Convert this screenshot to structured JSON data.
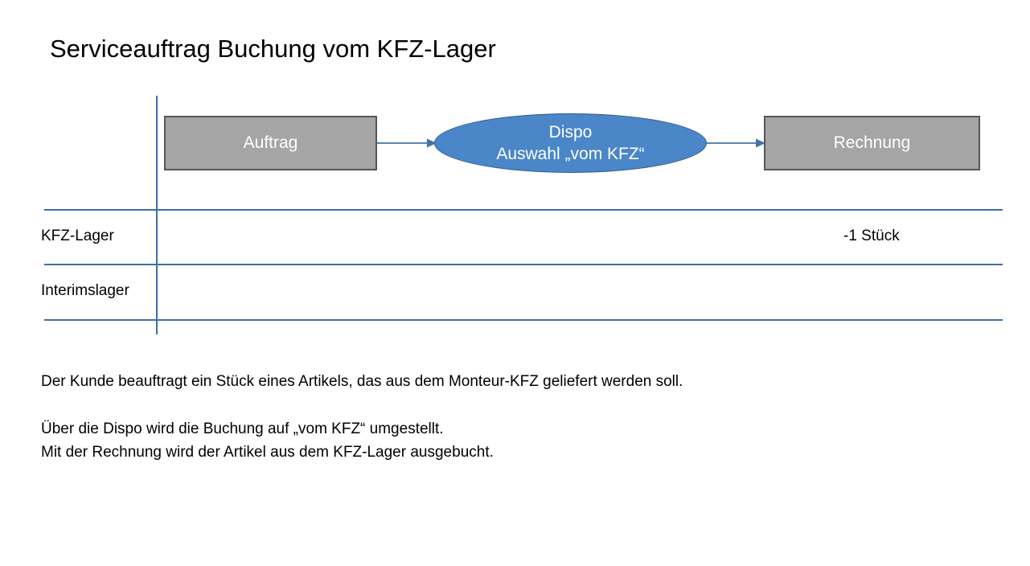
{
  "slide": {
    "title": "Serviceauftrag Buchung vom KFZ-Lager",
    "background_color": "#FFFFFF"
  },
  "colors": {
    "box_fill": "#A5A5A5",
    "box_border": "#555555",
    "box_text": "#FFFFFF",
    "ellipse_fill": "#4A86C8",
    "ellipse_border": "#2E5C8A",
    "ellipse_text": "#FFFFFF",
    "lane_line": "#3B6FA8",
    "connector": "#4472A8",
    "text": "#000000"
  },
  "flow": {
    "nodes": [
      {
        "id": "auftrag",
        "shape": "rectangle",
        "label": "Auftrag"
      },
      {
        "id": "dispo",
        "shape": "ellipse",
        "label_line1": "Dispo",
        "label_line2": "Auswahl „vom KFZ“"
      },
      {
        "id": "rechnung",
        "shape": "rectangle",
        "label": "Rechnung"
      }
    ],
    "connectors": [
      {
        "from": "auftrag",
        "to": "dispo",
        "style": "arrow"
      },
      {
        "from": "dispo",
        "to": "rechnung",
        "style": "arrow"
      }
    ]
  },
  "swimlanes": {
    "rows": [
      {
        "label": "KFZ-Lager",
        "value": "-1 Stück"
      },
      {
        "label": "Interimslager",
        "value": ""
      }
    ]
  },
  "notes": {
    "paragraph1": "Der Kunde beauftragt ein Stück eines Artikels, das aus dem Monteur-KFZ geliefert werden soll.",
    "paragraph2": "Über die Dispo wird die Buchung auf „vom KFZ“ umgestellt.",
    "paragraph3": "Mit der Rechnung wird der Artikel aus dem KFZ-Lager ausgebucht."
  }
}
